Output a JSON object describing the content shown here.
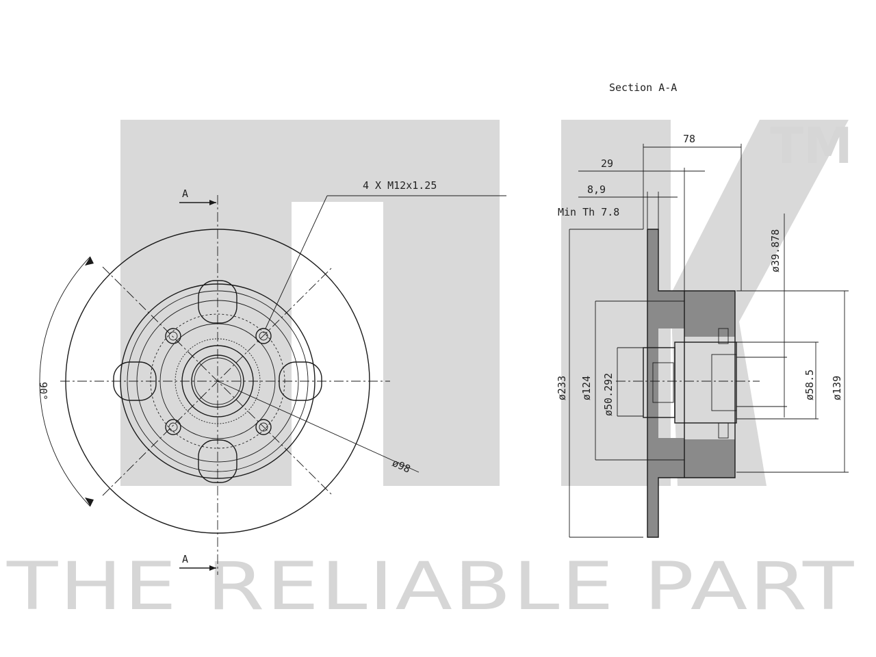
{
  "watermark": {
    "slogan": "THE RELIABLE PART",
    "trademark": "TM"
  },
  "front_view": {
    "section_mark_top": "A",
    "section_mark_bottom": "A",
    "thread_label": "4 X M12x1.25",
    "angle_label": "90°",
    "pcd_label": "ø98"
  },
  "section_view": {
    "title": "Section A-A",
    "dimensions": {
      "overall_height": "78",
      "hub_offset": "29",
      "disc_thickness": "8,9",
      "min_thickness": "Min Th  7.8",
      "outer_diameter": "ø233",
      "d124": "ø124",
      "d50": "ø50.292",
      "d39": "ø39.878",
      "d58": "ø58.5",
      "d139": "ø139"
    }
  },
  "colors": {
    "line": "#1a1a1a",
    "watermark": "#d9d9d9",
    "hatch": "#8a8a8a"
  }
}
